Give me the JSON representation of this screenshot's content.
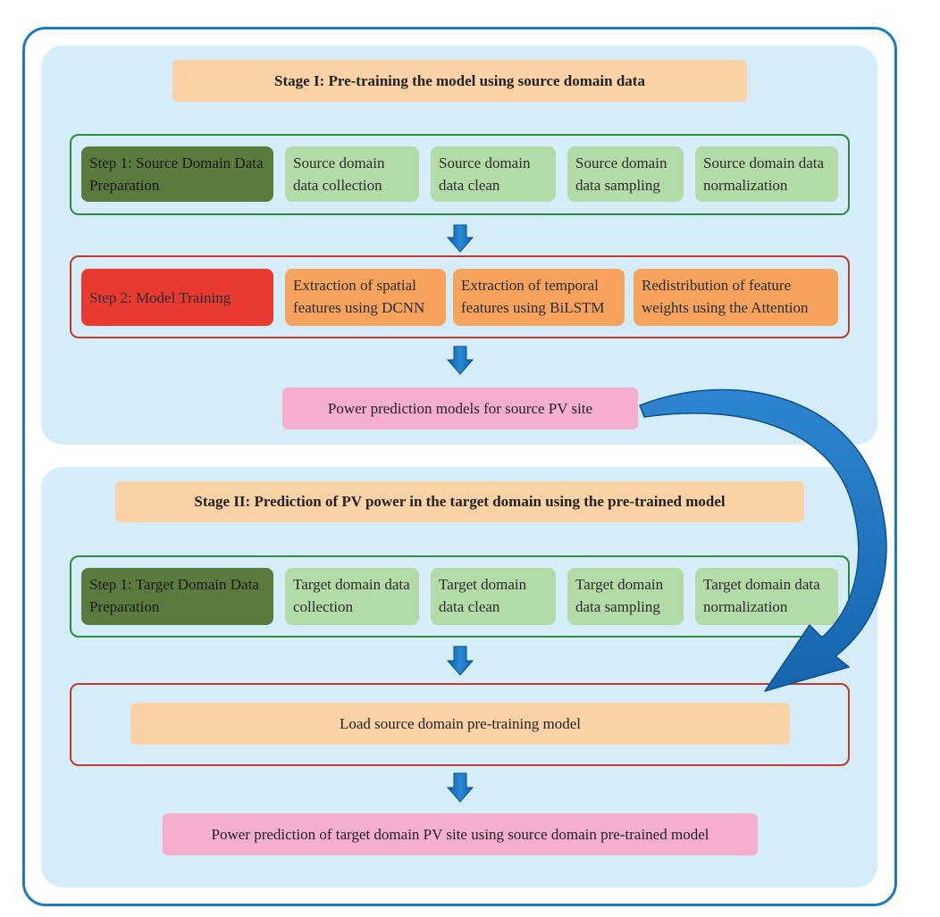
{
  "stage1": {
    "title": "Stage I: Pre-training the model using source domain data",
    "step1": {
      "label": "Step 1: Source Domain Data Preparation",
      "items": [
        "Source domain data collection",
        "Source domain data clean",
        "Source domain data sampling",
        "Source domain data normalization"
      ]
    },
    "step2": {
      "label": "Step 2: Model Training",
      "items": [
        "Extraction of spatial features using DCNN",
        "Extraction of temporal features using BiLSTM",
        "Redistribution of feature weights using the Attention"
      ]
    },
    "output": "Power prediction models for source PV site"
  },
  "stage2": {
    "title": "Stage II: Prediction of PV power in the target domain using the pre-trained model",
    "step1": {
      "label": "Step 1: Target Domain Data Preparation",
      "items": [
        "Target domain data collection",
        "Target domain data clean",
        "Target domain data sampling",
        "Target domain data normalization"
      ]
    },
    "load": "Load source domain pre-training model",
    "output": "Power prediction of target domain PV site using source domain pre-trained model"
  },
  "colors": {
    "frame": "#1a7bc0",
    "stage_bg": "#d4edf9",
    "title_bg": "#fbd2a6",
    "light_green": "#b3dba7",
    "dark_green": "#5a7a3e",
    "red": "#e83a31",
    "orange": "#f6a35d",
    "pink": "#f6aecf",
    "arrow": "#1b72bd"
  }
}
